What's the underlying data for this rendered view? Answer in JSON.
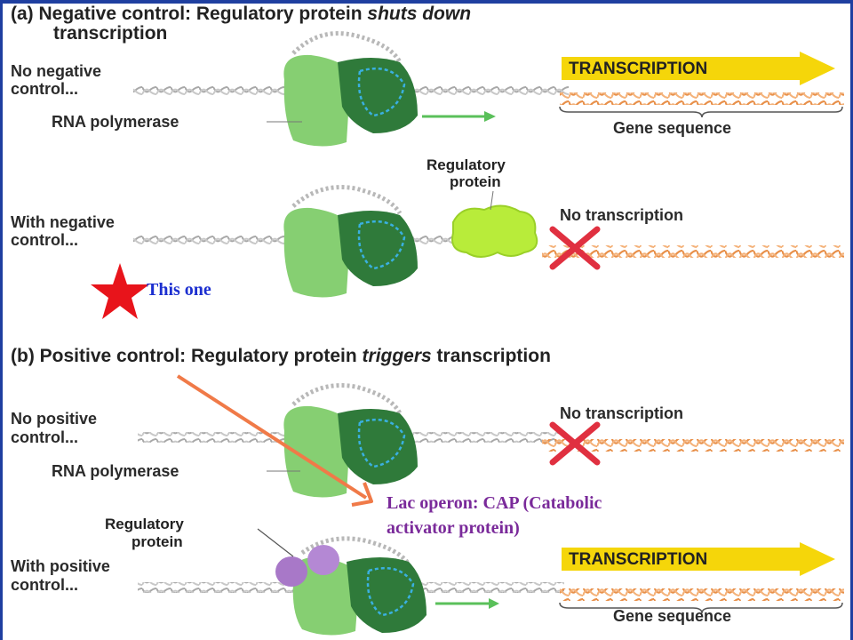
{
  "section_a": {
    "title_prefix": "(a) Negative control: Regulatory protein ",
    "title_italic": "shuts down",
    "title_line2": "transcription",
    "no_control_label_1": "No negative",
    "no_control_label_2": "control...",
    "rna_polymerase": "RNA polymerase",
    "transcription_banner": "TRANSCRIPTION",
    "gene_sequence": "Gene sequence",
    "regulatory_protein_1": "Regulatory",
    "regulatory_protein_2": "protein",
    "with_control_label_1": "With negative",
    "with_control_label_2": "control...",
    "no_transcription": "No transcription"
  },
  "section_b": {
    "title_prefix": "(b) Positive control: Regulatory protein ",
    "title_italic": "triggers",
    "title_suffix": " transcription",
    "no_control_label_1": "No positive",
    "no_control_label_2": "control...",
    "rna_polymerase": "RNA polymerase",
    "no_transcription": "No transcription",
    "regulatory_protein_1": "Regulatory",
    "regulatory_protein_2": "protein",
    "with_control_label_1": "With positive",
    "with_control_label_2": "control...",
    "transcription_banner": "TRANSCRIPTION",
    "gene_sequence": "Gene sequence"
  },
  "annotations": {
    "star_note": "This one",
    "cap_note_1": "Lac operon: CAP (Catabolic",
    "cap_note_2": "activator protein)"
  },
  "colors": {
    "star": "#e8141b",
    "note_blue": "#1c2fd0",
    "note_purple": "#7a2a9a",
    "arrow": "#f07a48",
    "banner": "#f5d60a",
    "polymerase_light": "#7cc96a",
    "polymerase_dark": "#2f7a3a",
    "gene_dna": "#f0a060",
    "red_x": "#e03040",
    "cap_protein": "#a878c8"
  }
}
